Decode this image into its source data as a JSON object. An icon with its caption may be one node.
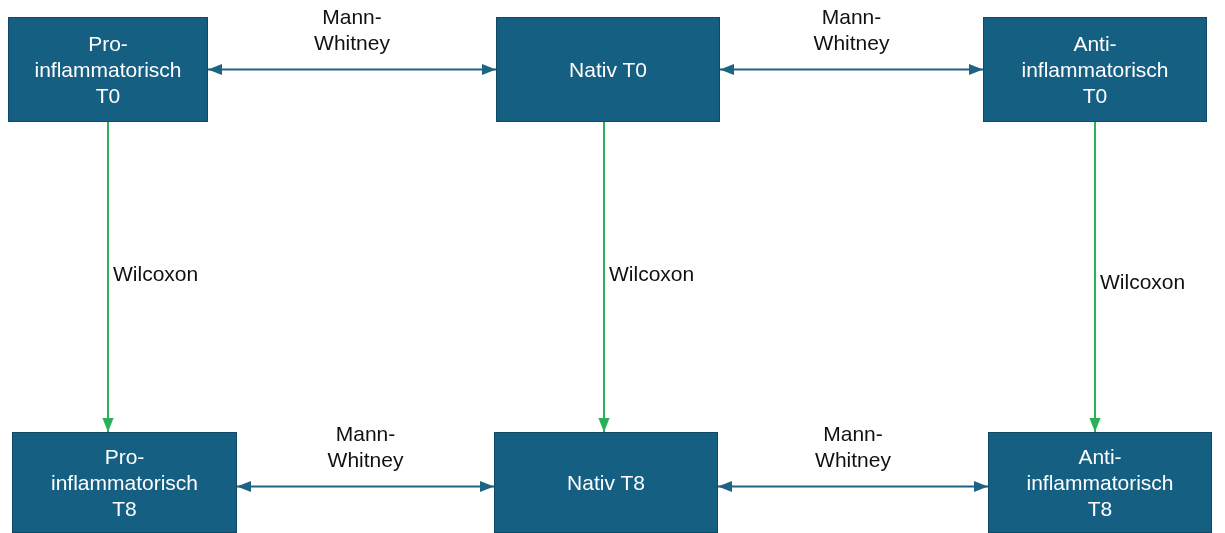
{
  "diagram": {
    "nodes": [
      {
        "text": [
          "Pro- inflammatorisch T0"
        ]
      },
      {
        "text": [
          "Nativ T0"
        ]
      },
      {
        "text": [
          "Anti- inflammatorisch T0"
        ]
      },
      {
        "text": [
          "Pro- inflammatorisch T8"
        ]
      },
      {
        "text": [
          "Nativ T8"
        ]
      },
      {
        "text": [
          "Anti- inflammatorisch T8"
        ]
      }
    ],
    "edges": [
      {
        "from": 0,
        "to": 1,
        "arrow": "both",
        "label": "Mann- Whitney"
      },
      {
        "from": 1,
        "to": 2,
        "arrow": "both",
        "label": "Mann- Whitney"
      },
      {
        "from": 0,
        "to": 3,
        "arrow": "to",
        "label": "Wilcoxon",
        "color": "#2bb05a"
      },
      {
        "from": 1,
        "to": 4,
        "arrow": "to",
        "label": "Wilcoxon",
        "color": "#2bb05a"
      },
      {
        "from": 2,
        "to": 5,
        "arrow": "to",
        "label": "Wilcoxon",
        "color": "#2bb05a"
      },
      {
        "from": 3,
        "to": 4,
        "arrow": "both",
        "label": "Mann- Whitney"
      },
      {
        "from": 4,
        "to": 5,
        "arrow": "both",
        "label": "Mann- Whitney"
      }
    ]
  }
}
